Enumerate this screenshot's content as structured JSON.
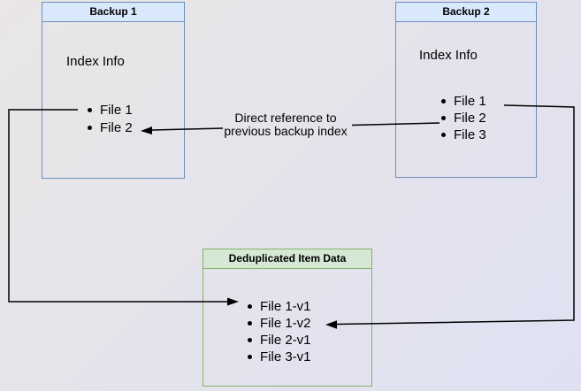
{
  "diagram": {
    "backup1": {
      "title": "Backup 1",
      "subtitle": "Index Info",
      "items": [
        "File 1",
        "File 2"
      ]
    },
    "backup2": {
      "title": "Backup 2",
      "subtitle": "Index Info",
      "items": [
        "File 1",
        "File 2",
        "File 3"
      ]
    },
    "dedup": {
      "title": "Deduplicated Item Data",
      "items": [
        "File 1-v1",
        "File 1-v2",
        "File 2-v1",
        "File 3-v1"
      ]
    },
    "edge_label": {
      "line1": "Direct reference to",
      "line2": "previous backup index"
    },
    "colors": {
      "blue_fill": "#dae8fc",
      "blue_stroke": "#6c8ebf",
      "green_fill": "#d5e8d4",
      "green_stroke": "#82b366",
      "arrow": "#000000",
      "background_from": "#e9e6e5",
      "background_to": "#dfe1f3"
    }
  }
}
